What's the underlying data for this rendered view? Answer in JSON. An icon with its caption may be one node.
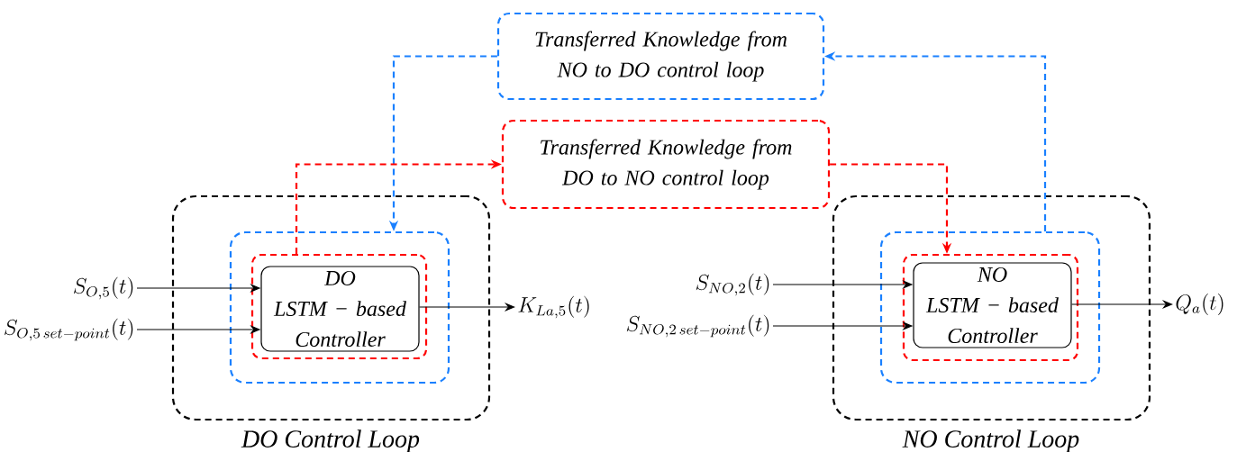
{
  "diagram": {
    "nodes": [
      {
        "text": [
          "DO Control Loop"
        ]
      },
      {
        "text": [],
        "shape": "box",
        "in": 0
      },
      {
        "text": [],
        "shape": "box",
        "in": 1
      },
      {
        "text": [
          "DO",
          "LSTM − based Controller"
        ],
        "in": 2
      },
      {
        "text": [
          "NO Control Loop"
        ]
      },
      {
        "text": [],
        "shape": "box",
        "in": 4
      },
      {
        "text": [],
        "shape": "box",
        "in": 5
      },
      {
        "text": [
          "NO",
          "LSTM − based Controller"
        ],
        "in": 6
      },
      {
        "text": [
          "Transferred Knowledge from NO to DO control loop"
        ]
      },
      {
        "text": [
          "Transferred Knowledge from DO to NO control loop"
        ]
      },
      {
        "text": [
          "S_{O,5}(t)"
        ]
      },
      {
        "text": [
          "S_{O,5\\,set-point}(t)"
        ]
      },
      {
        "text": [
          "K_{La,5}(t)"
        ]
      },
      {
        "text": [
          "S_{NO,2}(t)"
        ]
      },
      {
        "text": [
          "S_{NO,2\\,set-point}(t)"
        ]
      },
      {
        "text": [
          "Q_a(t)"
        ]
      }
    ],
    "edges": [
      {
        "from": 10,
        "to": 3,
        "arrow": "to"
      },
      {
        "from": 11,
        "to": 3,
        "arrow": "to"
      },
      {
        "from": 3,
        "to": 12,
        "arrow": "to"
      },
      {
        "from": 13,
        "to": 7,
        "arrow": "to"
      },
      {
        "from": 14,
        "to": 7,
        "arrow": "to"
      },
      {
        "from": 7,
        "to": 15,
        "arrow": "to"
      },
      {
        "from": 5,
        "to": 8,
        "arrow": "to",
        "style": "dashed",
        "color": "#1a80ff"
      },
      {
        "from": 8,
        "to": 1,
        "arrow": "to",
        "style": "dashed",
        "color": "#1a80ff"
      },
      {
        "from": 2,
        "to": 9,
        "arrow": "to",
        "style": "dashed",
        "color": "#ff0000"
      },
      {
        "from": 9,
        "to": 6,
        "arrow": "to",
        "style": "dashed",
        "color": "#ff0000"
      }
    ]
  }
}
